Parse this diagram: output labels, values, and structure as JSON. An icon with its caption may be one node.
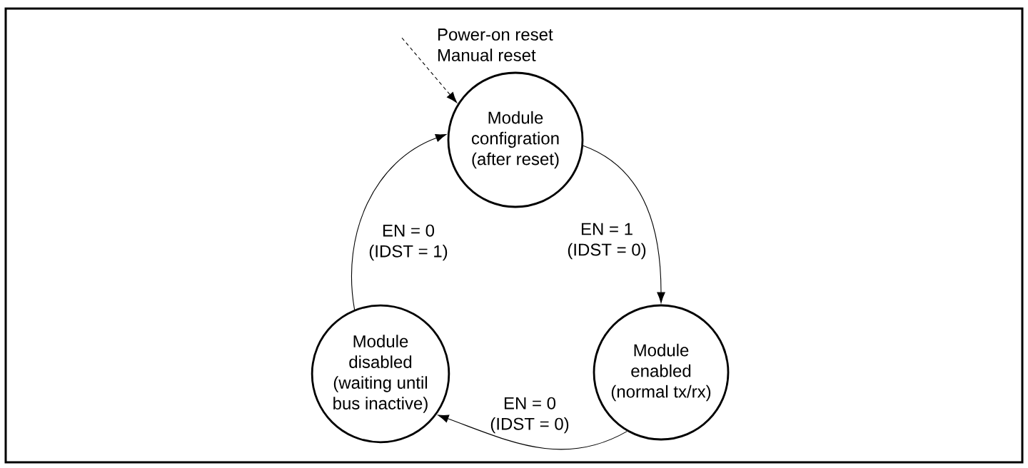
{
  "diagram": {
    "nodes": [
      {
        "text": [
          "Module configration (after reset)"
        ]
      },
      {
        "text": [
          "Module disabled (waiting until bus inactive)"
        ]
      },
      {
        "text": [
          "Module enabled (normal tx/rx)"
        ]
      }
    ],
    "edges": [
      {
        "from": null,
        "to": 0,
        "arrow": "to",
        "style": "dashed",
        "label": "Power-on reset Manual reset"
      },
      {
        "from": 0,
        "to": 2,
        "arrow": "to",
        "label": "EN = 1 (IDST = 0)"
      },
      {
        "from": 2,
        "to": 1,
        "arrow": "to",
        "label": "EN = 0 (IDST = 0)"
      },
      {
        "from": 1,
        "to": 0,
        "arrow": "to",
        "label": "EN = 0 (IDST = 1)"
      }
    ]
  }
}
